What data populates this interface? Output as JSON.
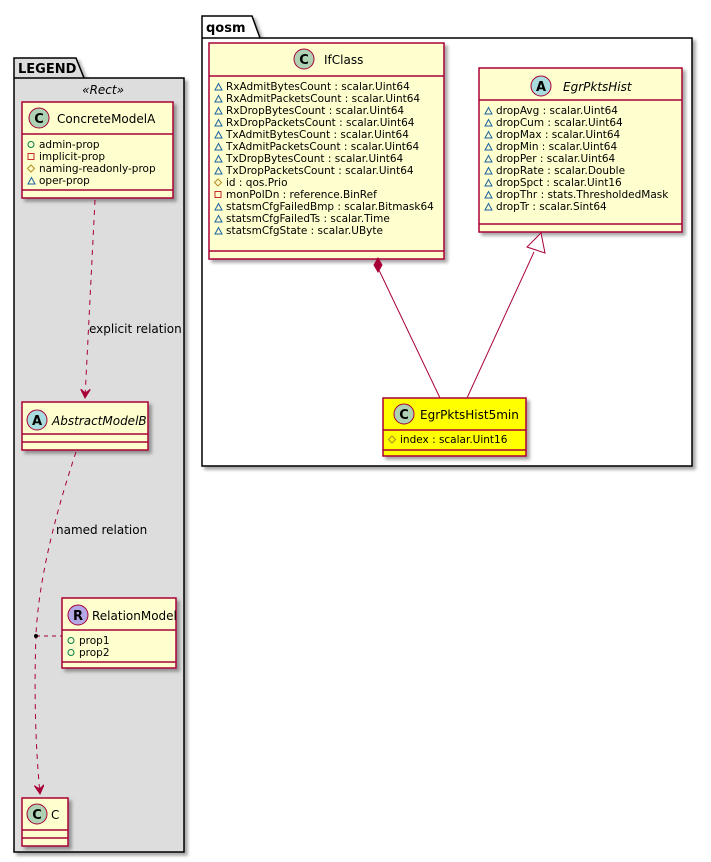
{
  "legend": {
    "package_name": "LEGEND",
    "stereotype": "«Rect»",
    "concrete_model": {
      "name": "ConcreteModelA",
      "kind": "C",
      "attributes": [
        {
          "vis": "+",
          "text": "admin-prop"
        },
        {
          "vis": "-",
          "text": "implicit-prop"
        },
        {
          "vis": "#",
          "text": "naming-readonly-prop"
        },
        {
          "vis": "~",
          "text": "oper-prop"
        }
      ]
    },
    "abstract_model": {
      "name": "AbstractModelB",
      "kind": "A"
    },
    "relation_model": {
      "name": "RelationModel",
      "kind": "R",
      "attributes": [
        {
          "vis": "+",
          "text": "prop1"
        },
        {
          "vis": "+",
          "text": "prop2"
        }
      ]
    },
    "c_model": {
      "name": "C",
      "kind": "C"
    },
    "explicit_relation_label": "explicit relation",
    "named_relation_label": "named relation"
  },
  "qosm": {
    "package_name": "qosm",
    "ifclass": {
      "name": "IfClass",
      "kind": "C",
      "attributes": [
        {
          "vis": "~",
          "text": "RxAdmitBytesCount : scalar.Uint64"
        },
        {
          "vis": "~",
          "text": "RxAdmitPacketsCount : scalar.Uint64"
        },
        {
          "vis": "~",
          "text": "RxDropBytesCount : scalar.Uint64"
        },
        {
          "vis": "~",
          "text": "RxDropPacketsCount : scalar.Uint64"
        },
        {
          "vis": "~",
          "text": "TxAdmitBytesCount : scalar.Uint64"
        },
        {
          "vis": "~",
          "text": "TxAdmitPacketsCount : scalar.Uint64"
        },
        {
          "vis": "~",
          "text": "TxDropBytesCount : scalar.Uint64"
        },
        {
          "vis": "~",
          "text": "TxDropPacketsCount : scalar.Uint64"
        },
        {
          "vis": "#",
          "text": "id : qos.Prio"
        },
        {
          "vis": "-",
          "text": "monPolDn : reference.BinRef"
        },
        {
          "vis": "~",
          "text": "statsmCfgFailedBmp : scalar.Bitmask64"
        },
        {
          "vis": "~",
          "text": "statsmCfgFailedTs : scalar.Time"
        },
        {
          "vis": "~",
          "text": "statsmCfgState : scalar.UByte"
        }
      ]
    },
    "egrpktshist": {
      "name": "EgrPktsHist",
      "kind": "A",
      "attributes": [
        {
          "vis": "~",
          "text": "dropAvg : scalar.Uint64"
        },
        {
          "vis": "~",
          "text": "dropCum : scalar.Uint64"
        },
        {
          "vis": "~",
          "text": "dropMax : scalar.Uint64"
        },
        {
          "vis": "~",
          "text": "dropMin : scalar.Uint64"
        },
        {
          "vis": "~",
          "text": "dropPer : scalar.Uint64"
        },
        {
          "vis": "~",
          "text": "dropRate : scalar.Double"
        },
        {
          "vis": "~",
          "text": "dropSpct : scalar.Uint16"
        },
        {
          "vis": "~",
          "text": "dropThr : stats.ThresholdedMask"
        },
        {
          "vis": "~",
          "text": "dropTr : scalar.Sint64"
        }
      ]
    },
    "egrpktshist5min": {
      "name": "EgrPktsHist5min",
      "kind": "C",
      "attributes": [
        {
          "vis": "#",
          "text": "index : scalar.Uint16"
        }
      ]
    }
  },
  "colors": {
    "class_fill": "#FEFECE",
    "class_border": "#A80036",
    "highlight_fill": "#FFFF00",
    "legend_fill": "#DDDDDD",
    "circle_C": "#ADD1B2",
    "circle_A": "#A9DCDF",
    "circle_R": "#B4A7E5",
    "line": "#A80036",
    "vis_public": "#038048",
    "vis_private": "#C82930",
    "vis_protected": "#B38D22",
    "vis_package": "#1963A0"
  }
}
